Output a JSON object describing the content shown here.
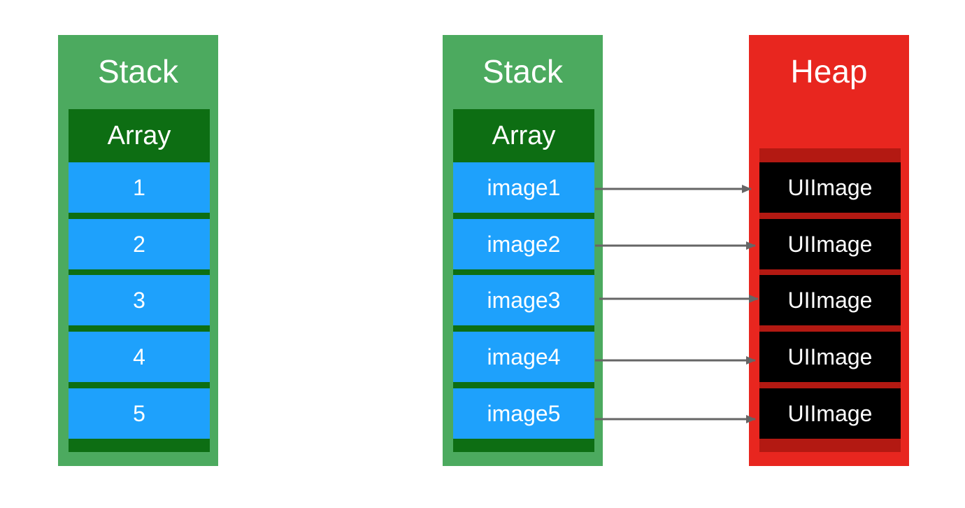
{
  "left_stack": {
    "title": "Stack",
    "array_label": "Array",
    "cells": [
      "1",
      "2",
      "3",
      "4",
      "5"
    ]
  },
  "right_stack": {
    "title": "Stack",
    "array_label": "Array",
    "cells": [
      "image1",
      "image2",
      "image3",
      "image4",
      "image5"
    ]
  },
  "heap": {
    "title": "Heap",
    "objects": [
      "UIImage",
      "UIImage",
      "UIImage",
      "UIImage",
      "UIImage"
    ]
  },
  "colors": {
    "stack": "#4caa5f",
    "array": "#0d6e13",
    "cell": "#1ea1fc",
    "heap": "#e8261f",
    "heap_inner": "#b31912",
    "object": "#000000",
    "arrow": "#666666"
  }
}
